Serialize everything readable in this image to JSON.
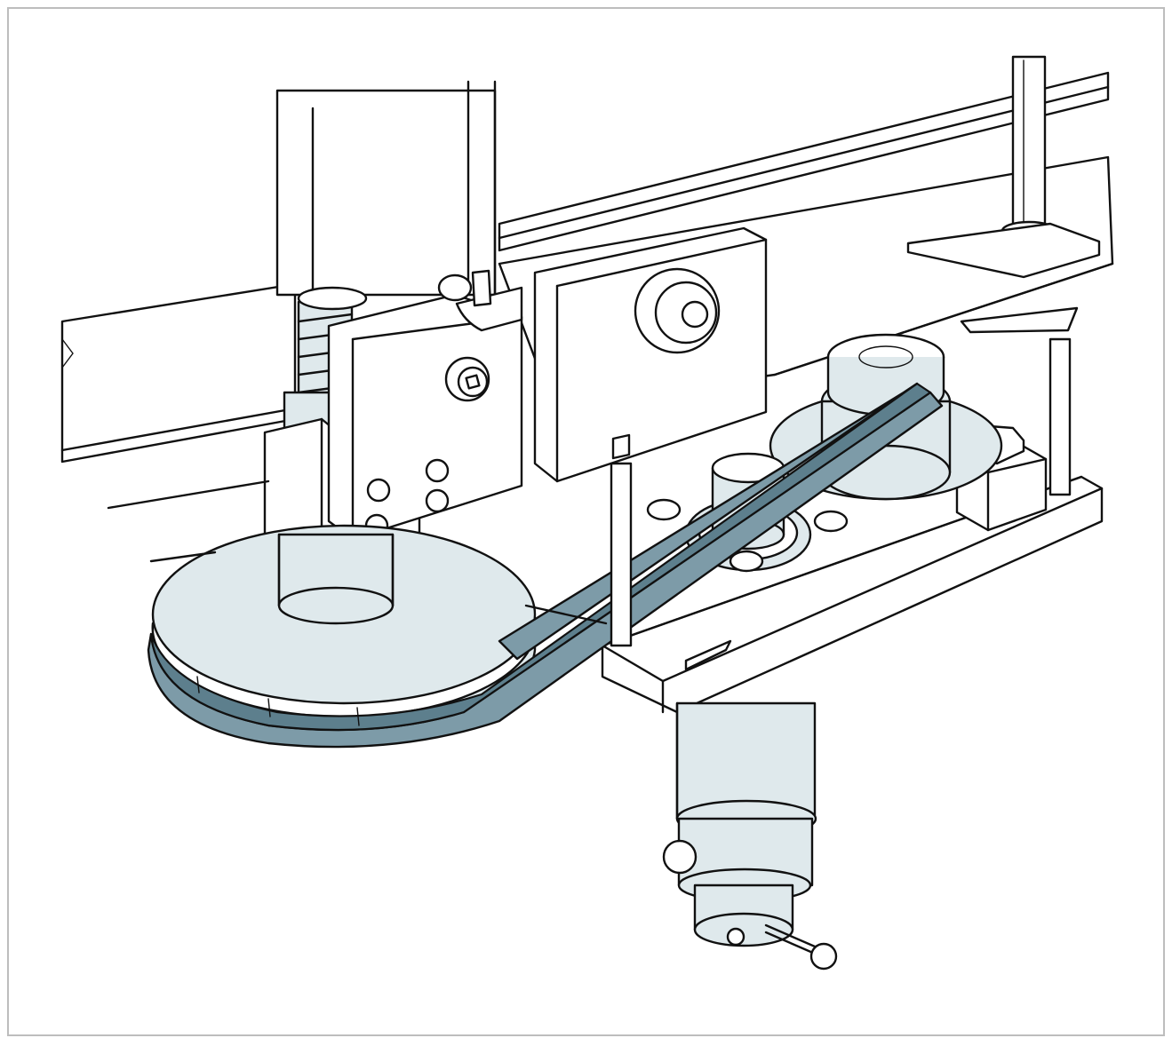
{
  "colors": {
    "frame_border": "#bdbdbd",
    "line": "#111111",
    "metal_fill": "#dfe9ec",
    "belt_fill": "#7d9ba8",
    "belt_dark": "#5d7f8d",
    "background": "#ffffff"
  },
  "parts": [
    "machine-frame-beam",
    "vertical-column",
    "threaded-adjustment-spindle",
    "mounting-block",
    "guide-plate",
    "large-drive-pulley",
    "flat-drive-belt",
    "idler-pulley",
    "base-plate",
    "hex-bolt",
    "guide-rod",
    "motor-housing",
    "clamp-lever"
  ]
}
